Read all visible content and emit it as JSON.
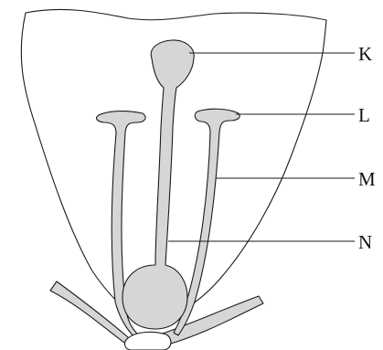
{
  "labels": {
    "k": "K",
    "l": "L",
    "m": "M",
    "n": "N"
  },
  "colors": {
    "structure_fill": "#d6d6d6",
    "outline": "#1a1a1a",
    "background": "#ffffff"
  }
}
